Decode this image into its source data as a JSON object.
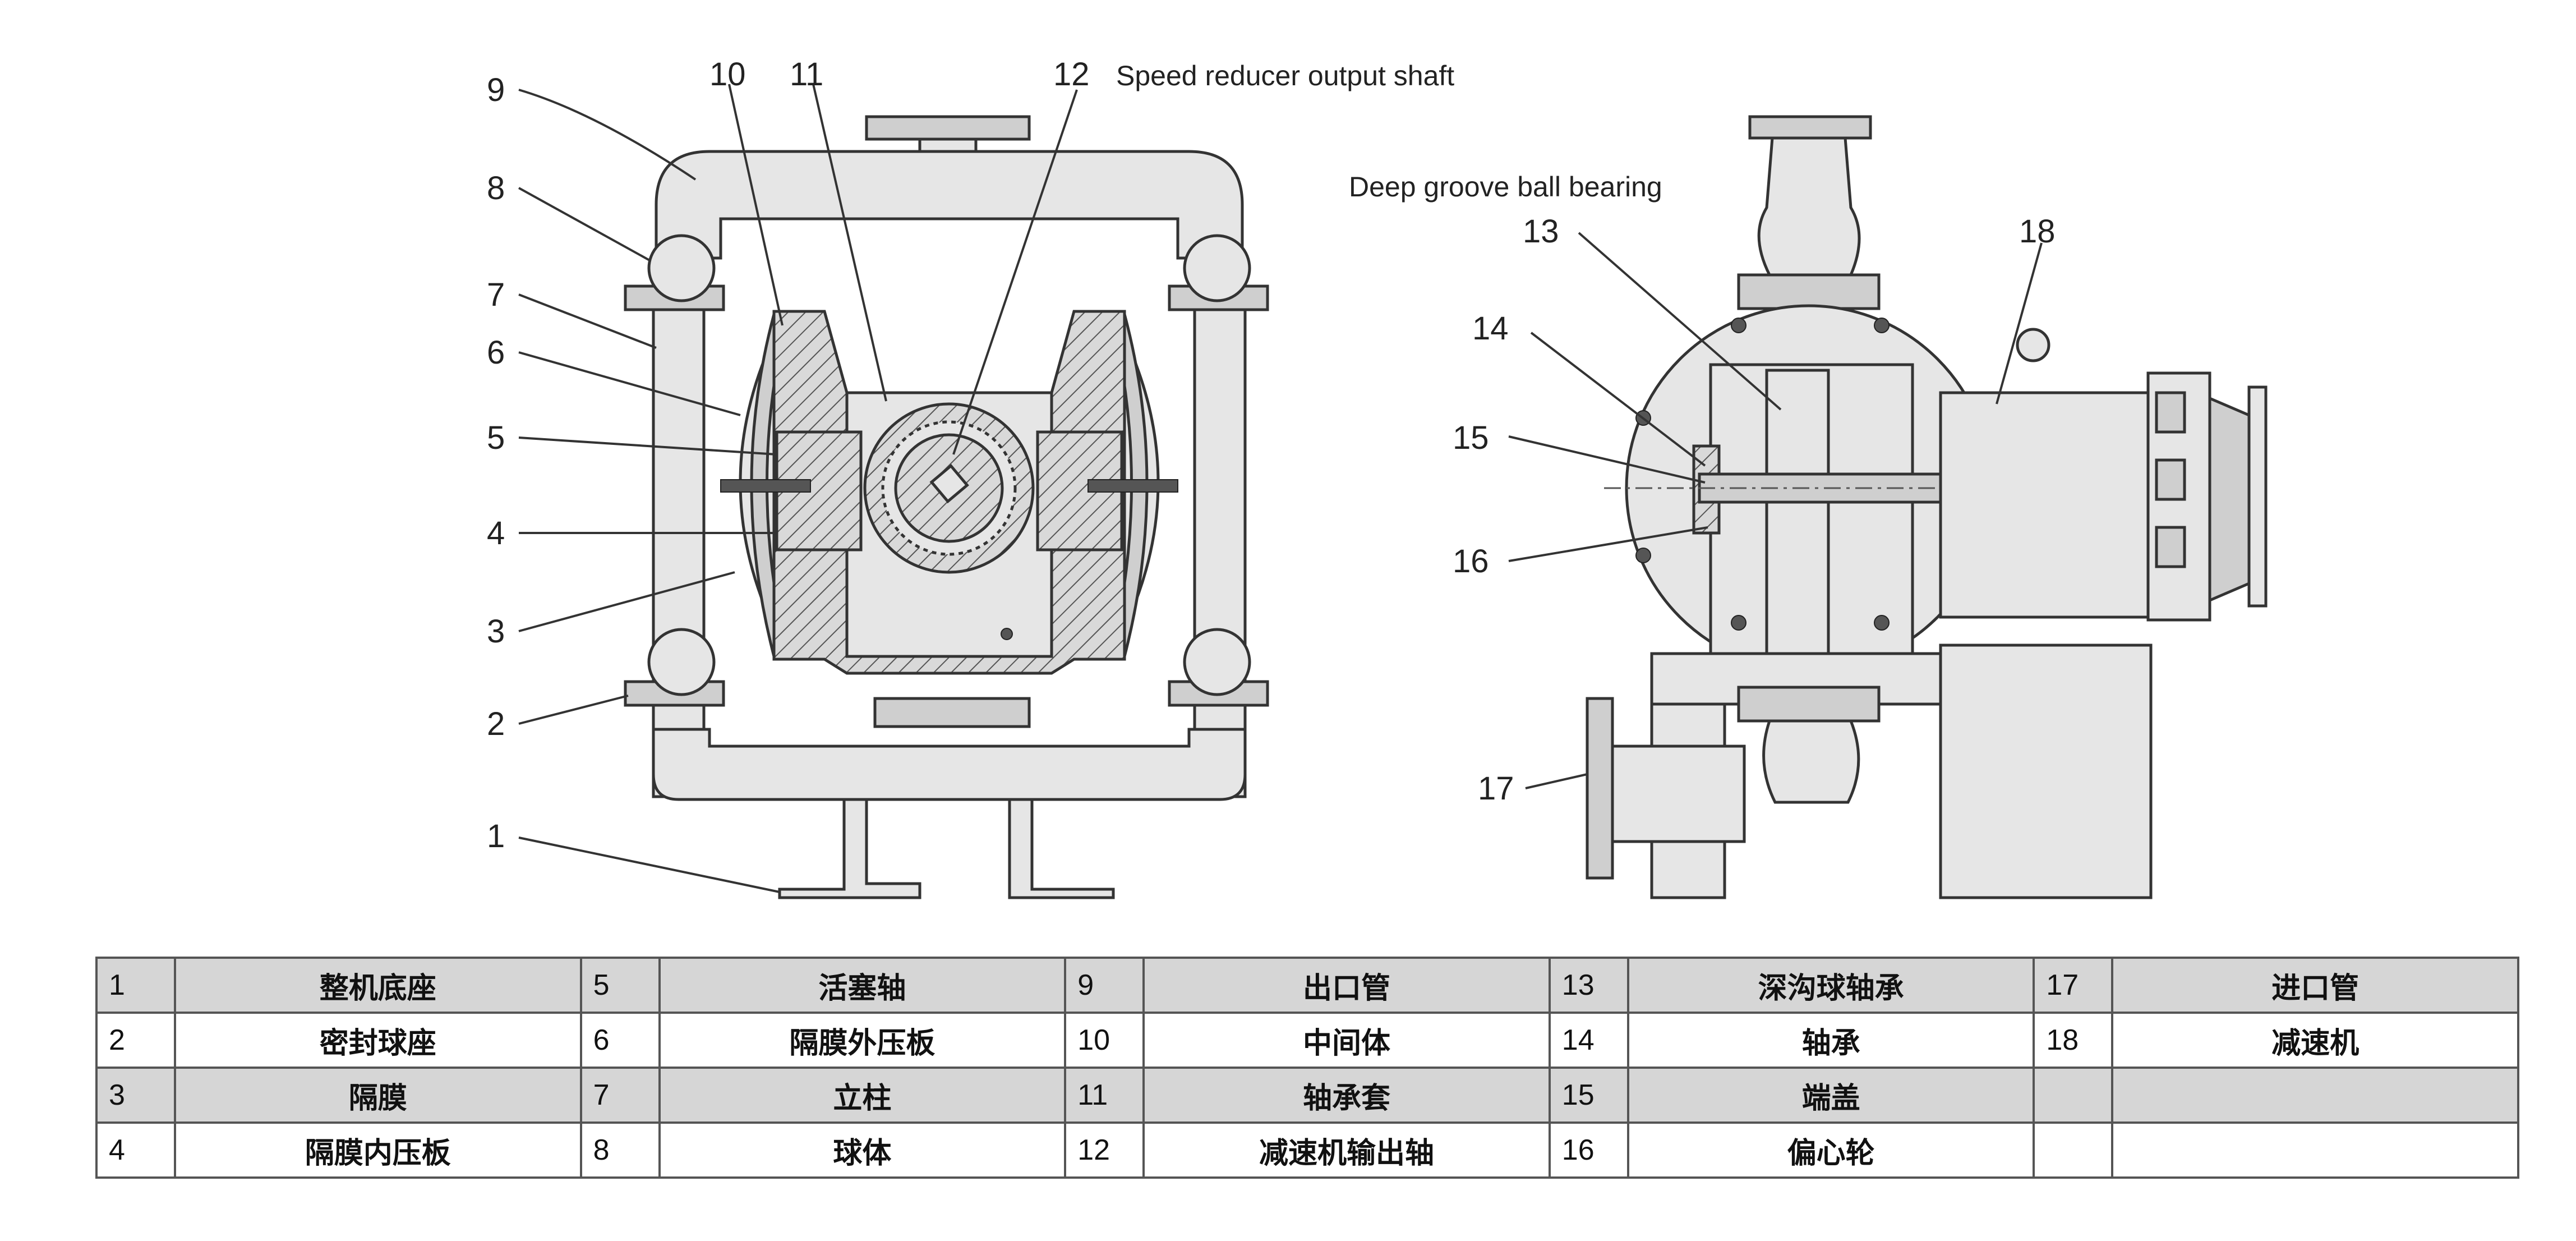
{
  "callouts": {
    "n1": "1",
    "n2": "2",
    "n3": "3",
    "n4": "4",
    "n5": "5",
    "n6": "6",
    "n7": "7",
    "n8": "8",
    "n9": "9",
    "n10": "10",
    "n11": "11",
    "n12": "12",
    "n13": "13",
    "n14": "14",
    "n15": "15",
    "n16": "16",
    "n17": "17",
    "n18": "18"
  },
  "annotations": {
    "speed_reducer": "Speed reducer output shaft",
    "ball_bearing": "Deep groove ball bearing"
  },
  "legend": {
    "rows": [
      [
        {
          "n": "1",
          "t": "整机底座"
        },
        {
          "n": "5",
          "t": "活塞轴"
        },
        {
          "n": "9",
          "t": "出口管"
        },
        {
          "n": "13",
          "t": "深沟球轴承"
        },
        {
          "n": "17",
          "t": "进口管"
        }
      ],
      [
        {
          "n": "2",
          "t": "密封球座"
        },
        {
          "n": "6",
          "t": "隔膜外压板"
        },
        {
          "n": "10",
          "t": "中间体"
        },
        {
          "n": "14",
          "t": "轴承"
        },
        {
          "n": "18",
          "t": "减速机"
        }
      ],
      [
        {
          "n": "3",
          "t": "隔膜"
        },
        {
          "n": "7",
          "t": "立柱"
        },
        {
          "n": "11",
          "t": "轴承套"
        },
        {
          "n": "15",
          "t": "端盖"
        },
        {
          "n": "",
          "t": ""
        }
      ],
      [
        {
          "n": "4",
          "t": "隔膜内压板"
        },
        {
          "n": "8",
          "t": "球体"
        },
        {
          "n": "12",
          "t": "减速机输出轴"
        },
        {
          "n": "16",
          "t": "偏心轮"
        },
        {
          "n": "",
          "t": ""
        }
      ]
    ]
  }
}
